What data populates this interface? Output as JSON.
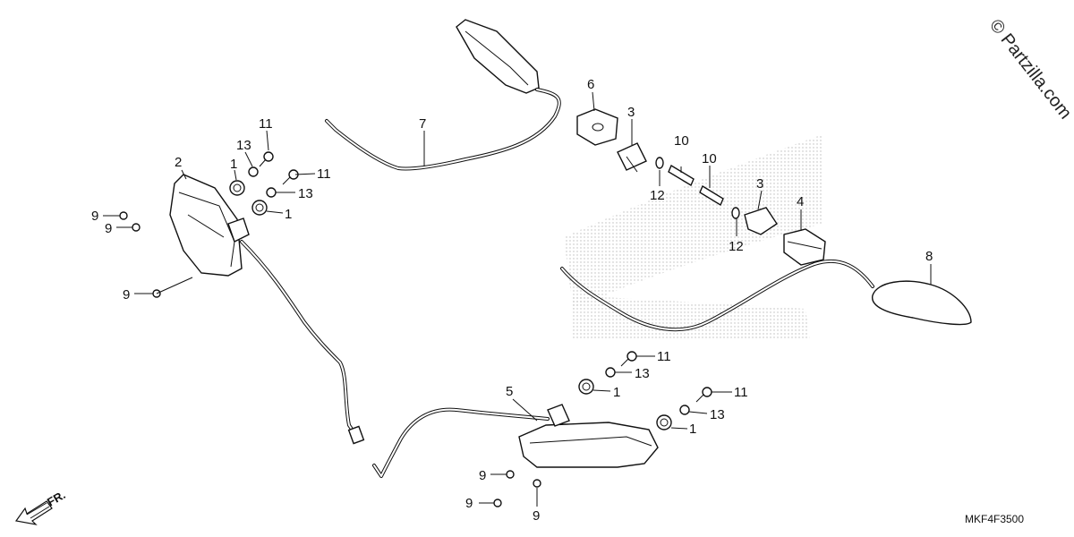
{
  "watermark": "© Partzilla.com",
  "diagram_code": "MKF4F3500",
  "front_arrow_label": "FR.",
  "callouts": [
    {
      "id": "c2",
      "text": "2"
    },
    {
      "id": "c11a",
      "text": "11"
    },
    {
      "id": "c13a",
      "text": "13"
    },
    {
      "id": "c1a",
      "text": "1"
    },
    {
      "id": "c11b",
      "text": "11"
    },
    {
      "id": "c13b",
      "text": "13"
    },
    {
      "id": "c1b",
      "text": "1"
    },
    {
      "id": "c9a",
      "text": "9"
    },
    {
      "id": "c9b",
      "text": "9"
    },
    {
      "id": "c9c",
      "text": "9"
    },
    {
      "id": "c7",
      "text": "7"
    },
    {
      "id": "c6",
      "text": "6"
    },
    {
      "id": "c3a",
      "text": "3"
    },
    {
      "id": "c10a",
      "text": "10"
    },
    {
      "id": "c12a",
      "text": "12"
    },
    {
      "id": "c10b",
      "text": "10"
    },
    {
      "id": "c3b",
      "text": "3"
    },
    {
      "id": "c4",
      "text": "4"
    },
    {
      "id": "c12b",
      "text": "12"
    },
    {
      "id": "c8",
      "text": "8"
    },
    {
      "id": "c11c",
      "text": "11"
    },
    {
      "id": "c13c",
      "text": "13"
    },
    {
      "id": "c5",
      "text": "5"
    },
    {
      "id": "c1c",
      "text": "1"
    },
    {
      "id": "c11d",
      "text": "11"
    },
    {
      "id": "c13d",
      "text": "13"
    },
    {
      "id": "c1d",
      "text": "1"
    },
    {
      "id": "c9d",
      "text": "9"
    },
    {
      "id": "c9e",
      "text": "9"
    },
    {
      "id": "c9f",
      "text": "9"
    }
  ]
}
